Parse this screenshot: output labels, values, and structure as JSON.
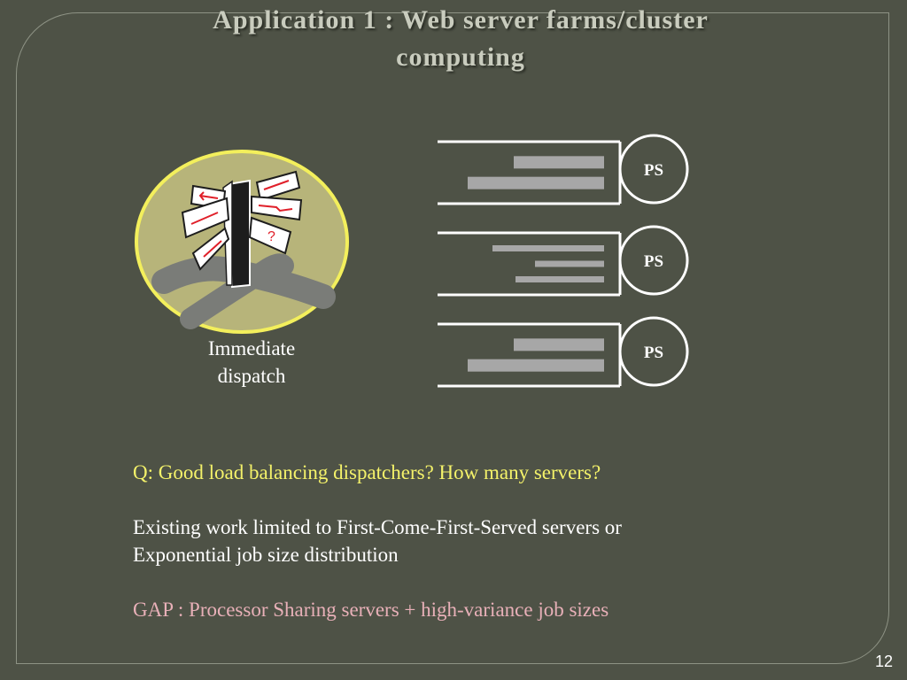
{
  "slide": {
    "title_line1": "Application 1 : Web server farms/cluster",
    "title_line2": "computing",
    "page_number": "12"
  },
  "dispatcher": {
    "label_line1": "Immediate",
    "label_line2": "dispatch",
    "signpost_question_mark": "?",
    "colors": {
      "circle_fill": "#b7b47a",
      "circle_border": "#f3ef5c",
      "road": "#7a7c78"
    }
  },
  "servers": [
    {
      "label": "PS",
      "queued_jobs": 2
    },
    {
      "label": "PS",
      "queued_jobs": 3
    },
    {
      "label": "PS",
      "queued_jobs": 2
    }
  ],
  "body": {
    "question": "Q: Good load balancing dispatchers? How many servers?",
    "existing_line1": "Existing work limited to First-Come-First-Served servers or",
    "existing_line2": "Exponential job size distribution",
    "gap": "GAP : Processor Sharing servers + high-variance job sizes"
  },
  "colors": {
    "background": "#4e5246",
    "question": "#f4f26a",
    "gap": "#e8b0b8",
    "job_bar": "#a7a7a7"
  }
}
